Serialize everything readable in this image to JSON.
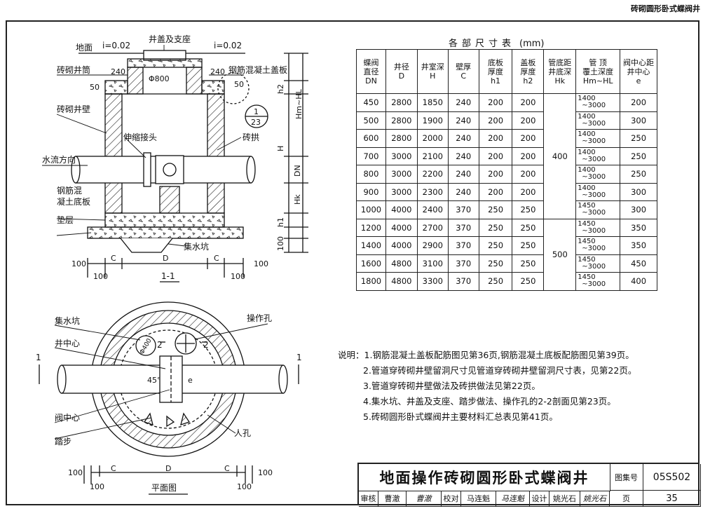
{
  "header_title": "砖砌圆形卧式蝶阀井",
  "section": {
    "ground_label": "地面",
    "slope_left": "i=0.02",
    "slope_right": "i=0.02",
    "cover_seat": "井盖及支座",
    "brick_shaft": "砖砌井筒",
    "rc_cover": "钢筋混凝土盖板",
    "brick_wall": "砖砌井壁",
    "arch": "砖拱",
    "joint": "伸缩接头",
    "flow": "水流方向",
    "rc_base": "钢筋混",
    "rc_base2": "凝土底板",
    "cushion": "垫层",
    "sump": "集水坑",
    "d240a": "240",
    "d240b": "240",
    "d50a": "50",
    "d50b": "50",
    "phi800": "Φ800",
    "detail_top": "1",
    "detail_bot": "23",
    "dim_hmhl": "Hm~HL",
    "dim_h2": "h2",
    "dim_h": "H",
    "dim_dn": "DN",
    "dim_hk": "Hk",
    "dim_h1": "h1",
    "dim_100r": "100",
    "dim_c1": "C",
    "dim_d": "D",
    "dim_c2": "C",
    "dim_100a": "100",
    "dim_100b": "100",
    "dim_100c": "100",
    "dim_100d": "100"
  },
  "plan": {
    "section_mark": "1-1",
    "sump": "集水坑",
    "well_center": "井中心",
    "op_hole": "操作孔",
    "valve_center": "阀中心",
    "step": "踏步",
    "manhole": "人孔",
    "cut_left": "1",
    "cut_right": "1",
    "mark_2a": "2",
    "mark_2b": "2",
    "angle": "45°",
    "e_label": "e",
    "phi400": "Φ400",
    "dim_100a": "100",
    "dim_100b": "100",
    "dim_c1": "C",
    "dim_d": "D",
    "dim_c2": "C",
    "dim_100c": "100",
    "dim_100d": "100",
    "caption": "平面图"
  },
  "table": {
    "title": "各部尺寸表",
    "unit": "(mm)",
    "headers": [
      [
        "蝶阀",
        "直径",
        "DN"
      ],
      [
        "井径",
        "D"
      ],
      [
        "井室深",
        "H"
      ],
      [
        "壁厚",
        "C"
      ],
      [
        "底板",
        "厚度",
        "h1"
      ],
      [
        "盖板",
        "厚度",
        "h2"
      ],
      [
        "管底距",
        "井底深",
        "Hk"
      ],
      [
        "管 顶",
        "覆土深度",
        "Hm~HL"
      ],
      [
        "阀中心距",
        "井中心",
        "e"
      ]
    ],
    "rows": [
      [
        "450",
        "2800",
        "1850",
        "240",
        "200",
        "200",
        "1400",
        "3000",
        "200"
      ],
      [
        "500",
        "2800",
        "1900",
        "240",
        "200",
        "200",
        "1400",
        "3000",
        "300"
      ],
      [
        "600",
        "2800",
        "2000",
        "240",
        "200",
        "200",
        "1400",
        "3000",
        "250"
      ],
      [
        "700",
        "3000",
        "2100",
        "240",
        "200",
        "200",
        "1400",
        "3000",
        "250"
      ],
      [
        "800",
        "3000",
        "2200",
        "240",
        "200",
        "200",
        "1400",
        "3000",
        "250"
      ],
      [
        "900",
        "3000",
        "2300",
        "240",
        "200",
        "200",
        "1400",
        "3000",
        "300"
      ],
      [
        "1000",
        "4000",
        "2400",
        "370",
        "250",
        "250",
        "1450",
        "3000",
        "300"
      ],
      [
        "1200",
        "4000",
        "2700",
        "370",
        "250",
        "250",
        "1450",
        "3000",
        "350"
      ],
      [
        "1400",
        "4000",
        "2900",
        "370",
        "250",
        "250",
        "1450",
        "3000",
        "350"
      ],
      [
        "1600",
        "4800",
        "3100",
        "370",
        "250",
        "250",
        "1450",
        "3000",
        "450"
      ],
      [
        "1800",
        "4800",
        "3300",
        "370",
        "250",
        "250",
        "1450",
        "3000",
        "400"
      ]
    ],
    "hk_group1": "400",
    "hk_group2": "500",
    "tilde": "~"
  },
  "notes": {
    "lead": "说明：",
    "items": [
      "1.钢筋混凝土盖板配筋图见第36页,钢筋混凝土底板配筋图见第39页。",
      "2.管道穿砖砌井壁留洞尺寸见管道穿砖砌井壁留洞尺寸表，见第22页。",
      "3.管道穿砖砌井壁做法及砖拱做法见第22页。",
      "4.集水坑、井盖及支座、踏步做法、操作孔的2-2剖面见第23页。",
      "5.砖砌圆形卧式蝶阀井主要材料汇总表见第41页。"
    ]
  },
  "title_block": {
    "title": "地面操作砖砌圆形卧式蝶阀井",
    "atlas_label": "图集号",
    "atlas_no": "05S502",
    "page_label": "页",
    "page_no": "35",
    "review_label": "审核",
    "reviewer": "曹澈",
    "reviewer_sig": "曹澈",
    "check_label": "校对",
    "checker": "马连魁",
    "checker_sig": "马连魁",
    "design_label": "设计",
    "designer": "姚光石",
    "designer_sig": "姚光石"
  }
}
